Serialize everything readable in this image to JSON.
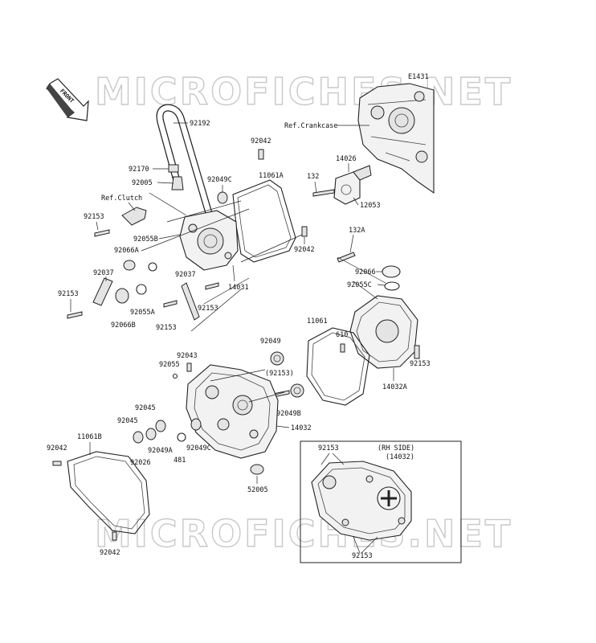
{
  "diagram": {
    "code": "E1431",
    "watermark": "MICROFICHES.NET",
    "front_label": "FRONT",
    "refs": {
      "crankcase": "Ref.Crankcase",
      "clutch": "Ref.Clutch"
    },
    "inset": {
      "title": "(RH SIDE)",
      "subtitle": "(14032)"
    },
    "labels": {
      "l92192": "92192",
      "l92042a": "92042",
      "l92170": "92170",
      "l92049c_a": "92049C",
      "l11061a": "11061A",
      "l92005": "92005",
      "l14026": "14026",
      "l132": "132",
      "l12053": "12053",
      "l92153a": "92153",
      "l92055b": "92055B",
      "l92066a": "92066A",
      "l92042b": "92042",
      "l132a": "132A",
      "l92037a": "92037",
      "l92037b": "92037",
      "l14031": "14031",
      "l92066": "92066",
      "l92055c": "92055C",
      "l92153b": "92153",
      "l92055a": "92055A",
      "l92066b": "92066B",
      "l92153c": "92153",
      "l92153d": "92153",
      "l11061": "11061",
      "l610": "610",
      "l92049": "92049",
      "l92043": "92043",
      "l92055": "92055",
      "l92153e": "(92153)",
      "l92153f": "92153",
      "l14032a": "14032A",
      "l92049b": "92049B",
      "l92045a": "92045",
      "l92045b": "92045",
      "l14032": "14032",
      "l92049a": "92049A",
      "l92049c_b": "92049C",
      "l92026": "92026",
      "l481": "481",
      "l11061b": "11061B",
      "l92042c": "92042",
      "l52005": "52005",
      "l92153g": "92153",
      "l92153h": "92153",
      "l92042d": "92042"
    }
  }
}
